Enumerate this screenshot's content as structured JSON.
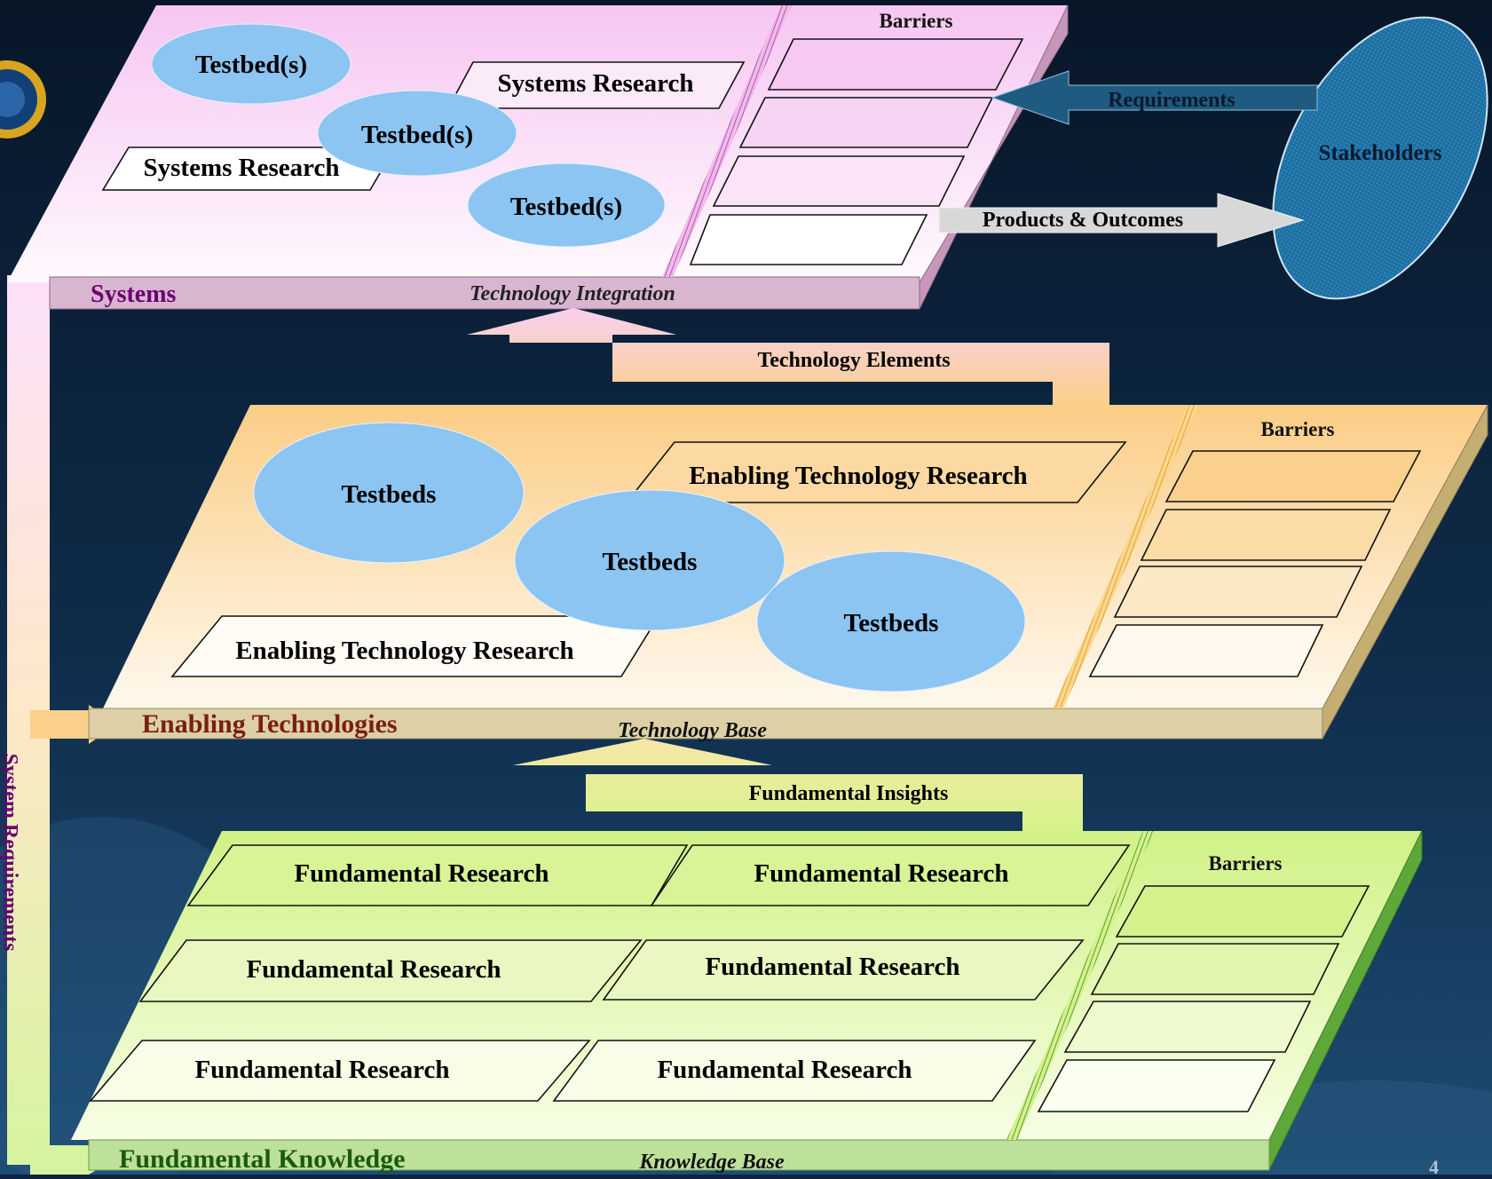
{
  "colors": {
    "background_top": "#0a1a30",
    "background_bottom": "#1b4a72",
    "systems_plane": "#f8c8f4",
    "systems_edge": "#d8b4cc",
    "systems_label": "#6a0070",
    "enabling_plane": "#fccf8c",
    "enabling_edge": "#ddd1a8",
    "enabling_label": "#7a2010",
    "fundamental_plane": "#d4f48a",
    "fundamental_edge": "#b8dc90",
    "fundamental_label": "#1a5a10",
    "testbed": "#8cc4f2",
    "stakeholders": "#1f6ea0",
    "requirements_arrow": "#1f5a80",
    "products_arrow": "#d8d8d8"
  },
  "systems_layer": {
    "name": "Systems",
    "base": "Technology Integration",
    "barriers_title": "Barriers",
    "testbeds": [
      "Testbed(s)",
      "Testbed(s)",
      "Testbed(s)"
    ],
    "research": [
      "Systems Research",
      "Systems Research"
    ]
  },
  "enabling_layer": {
    "name": "Enabling Technologies",
    "base": "Technology Base",
    "barriers_title": "Barriers",
    "testbeds": [
      "Testbeds",
      "Testbeds",
      "Testbeds"
    ],
    "research": [
      "Enabling Technology Research",
      "Enabling Technology Research"
    ]
  },
  "fundamental_layer": {
    "name": "Fundamental Knowledge",
    "base": "Knowledge Base",
    "barriers_title": "Barriers",
    "research": [
      "Fundamental  Research",
      "Fundamental  Research",
      "Fundamental  Research",
      "Fundamental  Research",
      "Fundamental  Research",
      "Fundamental  Research"
    ]
  },
  "flows": {
    "technology_elements": "Technology Elements",
    "fundamental_insights": "Fundamental Insights",
    "requirements": "Requirements",
    "products_outcomes": "Products & Outcomes",
    "system_requirements": "System Requirements"
  },
  "stakeholders": "Stakeholders",
  "page_number": "4"
}
